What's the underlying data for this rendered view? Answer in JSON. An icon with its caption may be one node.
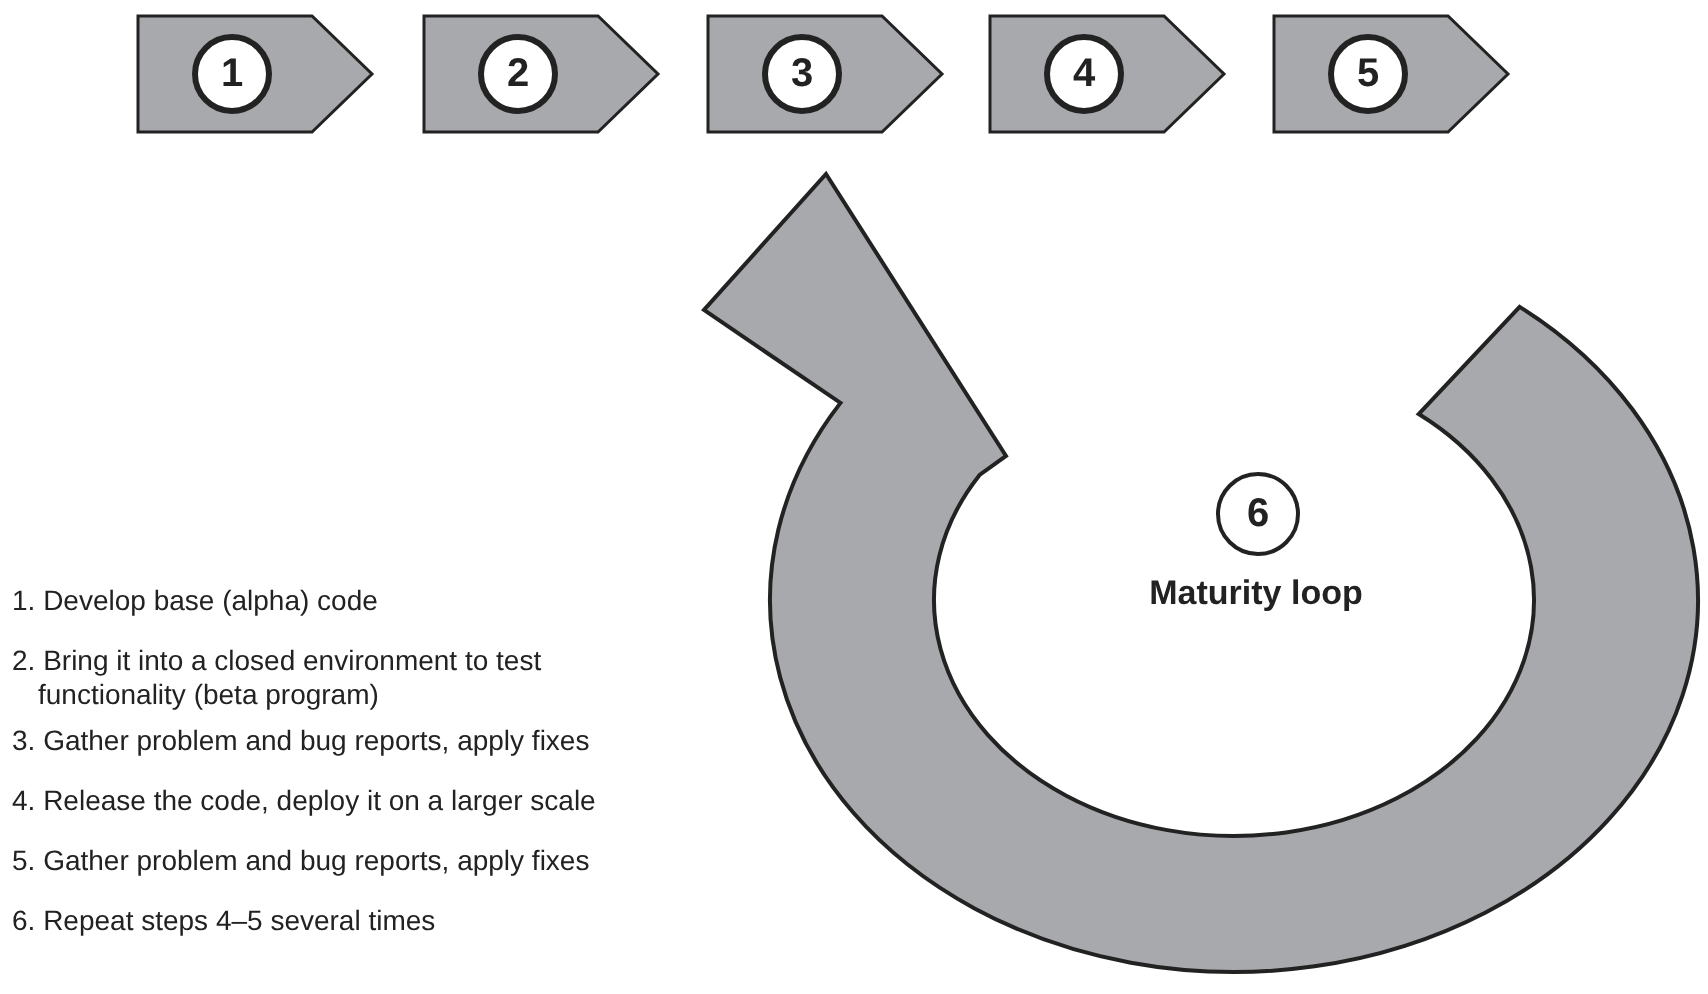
{
  "diagram": {
    "nodes": [
      {
        "text": [
          "1"
        ]
      },
      {
        "text": [
          "2"
        ]
      },
      {
        "text": [
          "3"
        ]
      },
      {
        "text": [
          "4"
        ]
      },
      {
        "text": [
          "5"
        ]
      },
      {
        "text": [
          "6"
        ],
        "beside": [
          "Maturity loop"
        ]
      }
    ],
    "labels": [
      "1. Develop base (alpha) code",
      "2. Bring it into a closed environment to test functionality (beta program)",
      "3. Gather problem and bug reports, apply fixes",
      "4. Release the code, deploy it on a larger scale",
      "5. Gather problem and bug reports, apply fixes",
      "6. Repeat steps 4–5 several times"
    ]
  }
}
